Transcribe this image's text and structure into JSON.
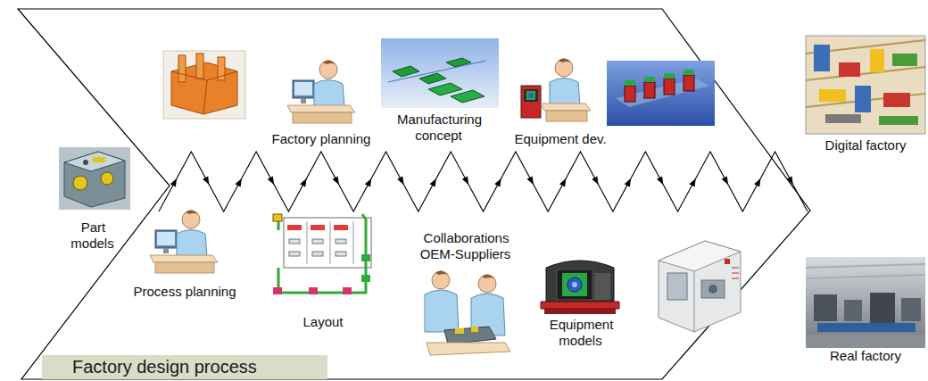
{
  "diagram": {
    "nodes": [
      {
        "text": [
          "Factory design process"
        ]
      }
    ],
    "labels": [
      "Part models",
      "Factory planning",
      "Manufacturing concept",
      "Equipment dev.",
      "Digital factory",
      "Process planning",
      "Layout",
      "Collaborations OEM-Suppliers",
      "Equipment models",
      "Real factory"
    ]
  }
}
